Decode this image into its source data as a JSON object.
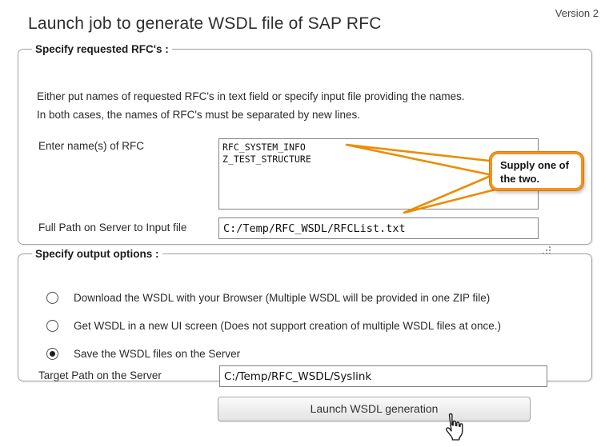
{
  "page": {
    "title": "Launch job to generate WSDL file of SAP RFC",
    "version": "Version 2"
  },
  "rfc_section": {
    "legend": "Specify requested RFC's :",
    "instruction_line1": "Either put names of requested RFC's in text field or specify input file providing the names.",
    "instruction_line2": "In both cases, the names of RFC's must be separated by new lines.",
    "rfc_names_label": "Enter name(s) of RFC",
    "rfc_names_value": "RFC_SYSTEM_INFO\nZ_TEST_STRUCTURE",
    "input_file_label": "Full Path on Server to Input file",
    "input_file_value": "C:/Temp/RFC_WSDL/RFCList.txt",
    "callout_text": "Supply one of the two."
  },
  "output_section": {
    "legend": "Specify output options :",
    "options": [
      {
        "label": "Download the WSDL with your Browser (Multiple WSDL will be provided in one ZIP file)",
        "selected": false
      },
      {
        "label": "Get WSDL in a new UI screen (Does not support creation of multiple WSDL files at once.)",
        "selected": false
      },
      {
        "label": "Save the WSDL files on the Server",
        "selected": true
      }
    ],
    "target_path_label": "Target Path on the Server",
    "target_path_value": "C:/Temp/RFC_WSDL/Syslink"
  },
  "actions": {
    "launch_button_label": "Launch WSDL generation"
  },
  "colors": {
    "accent_orange": "#F5921E",
    "input_border": "#828282",
    "fieldset_border": "#A3A3A3"
  }
}
